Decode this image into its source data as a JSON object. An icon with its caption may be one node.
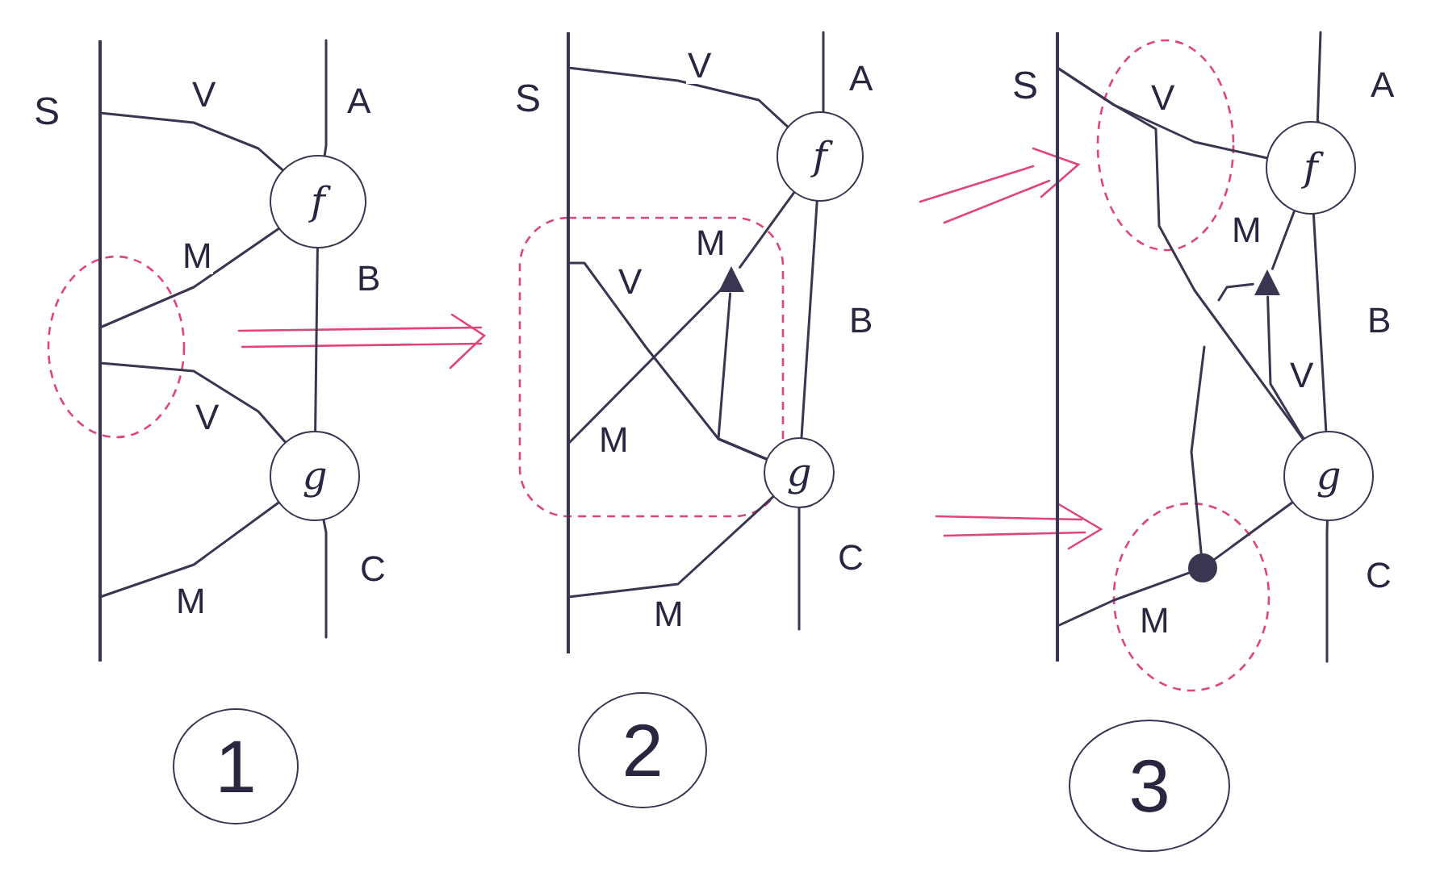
{
  "diagram": {
    "nodes": [
      {
        "text": [
          "S"
        ]
      },
      {
        "text": [
          "f"
        ]
      },
      {
        "text": [
          "g"
        ]
      },
      {
        "text": [
          "1"
        ]
      },
      {
        "text": [
          "S"
        ]
      },
      {
        "text": [
          "f"
        ]
      },
      {
        "text": [],
        "shape": "triangle"
      },
      {
        "text": [
          "g"
        ]
      },
      {
        "text": [
          "2"
        ]
      },
      {
        "text": [
          "S"
        ]
      },
      {
        "text": [
          "f"
        ]
      },
      {
        "text": [],
        "shape": "triangle"
      },
      {
        "text": [],
        "shape": "circle"
      },
      {
        "text": [
          "g"
        ]
      },
      {
        "text": [
          "3"
        ]
      }
    ],
    "edges": [
      {
        "from": 0,
        "to": 1,
        "label": "V",
        "arrow": "none"
      },
      {
        "from": 0,
        "to": 1,
        "label": "M",
        "arrow": "none"
      },
      {
        "from": 0,
        "to": 2,
        "label": "V",
        "arrow": "none"
      },
      {
        "from": 0,
        "to": 2,
        "label": "M",
        "arrow": "none"
      },
      {
        "from": null,
        "to": 1,
        "label": "A",
        "arrow": "none"
      },
      {
        "from": 1,
        "to": 2,
        "label": "B",
        "arrow": "none"
      },
      {
        "from": 2,
        "to": null,
        "label": "C",
        "arrow": "none"
      },
      {
        "from": 4,
        "to": 5,
        "label": "V",
        "arrow": "none"
      },
      {
        "from": null,
        "to": 5,
        "label": "A",
        "arrow": "none"
      },
      {
        "from": 5,
        "to": 6,
        "label": "M",
        "arrow": "none"
      },
      {
        "from": 6,
        "to": 7,
        "arrow": "none"
      },
      {
        "from": 5,
        "to": 7,
        "label": "B",
        "arrow": "none"
      },
      {
        "from": 4,
        "to": 7,
        "label": "V",
        "arrow": "none"
      },
      {
        "from": 4,
        "to": 6,
        "label": "M",
        "arrow": "none"
      },
      {
        "from": 4,
        "to": 7,
        "label": "M",
        "arrow": "none"
      },
      {
        "from": 7,
        "to": null,
        "label": "C",
        "arrow": "none"
      },
      {
        "from": 9,
        "to": 10,
        "label": "V",
        "arrow": "none"
      },
      {
        "from": 9,
        "to": 13,
        "arrow": "none"
      },
      {
        "from": null,
        "to": 10,
        "label": "A",
        "arrow": "none"
      },
      {
        "from": 10,
        "to": 11,
        "label": "M",
        "arrow": "none"
      },
      {
        "from": 11,
        "to": 13,
        "label": "V",
        "arrow": "none"
      },
      {
        "from": 11,
        "to": null,
        "arrow": "none"
      },
      {
        "from": 12,
        "to": null,
        "arrow": "none"
      },
      {
        "from": 12,
        "to": 13,
        "arrow": "none"
      },
      {
        "from": 9,
        "to": 12,
        "label": "M",
        "arrow": "none"
      },
      {
        "from": 10,
        "to": 13,
        "label": "B",
        "arrow": "none"
      },
      {
        "from": 13,
        "to": null,
        "label": "C",
        "arrow": "none"
      }
    ]
  }
}
